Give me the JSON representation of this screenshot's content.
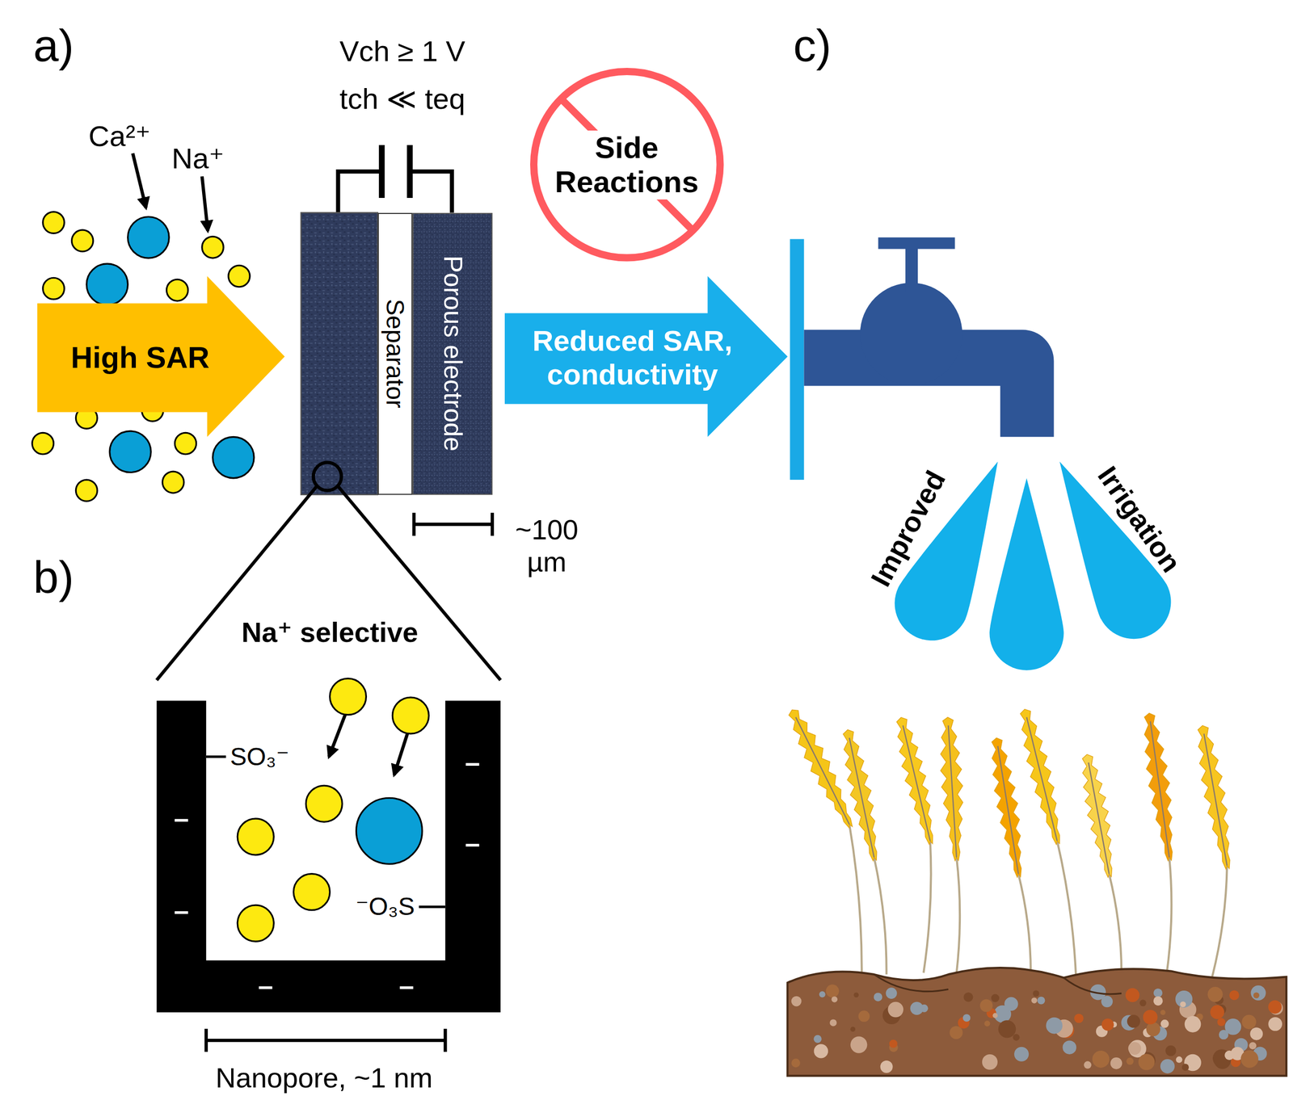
{
  "diagram": {
    "nodes": [
      {
        "text": [
          "High SAR"
        ]
      },
      {
        "text": [
          "Separator"
        ]
      },
      {
        "text": [
          "Porous electrode"
        ]
      },
      {
        "text": [
          "Side Reactions"
        ]
      },
      {
        "text": [
          "Reduced SAR, conductivity"
        ]
      }
    ],
    "labels": [
      "a)",
      "Ca²⁺",
      "Na⁺",
      "Vch ≥ 1 V",
      "tch ≪ teq",
      "~100 µm",
      "b)",
      "Na⁺ selective",
      "SO₃⁻",
      "⁻O₃S",
      "–",
      "–",
      "–",
      "–",
      "–",
      "–",
      "Nanopore, ~1 nm",
      "c)",
      "Improved",
      "Irrigation"
    ]
  }
}
